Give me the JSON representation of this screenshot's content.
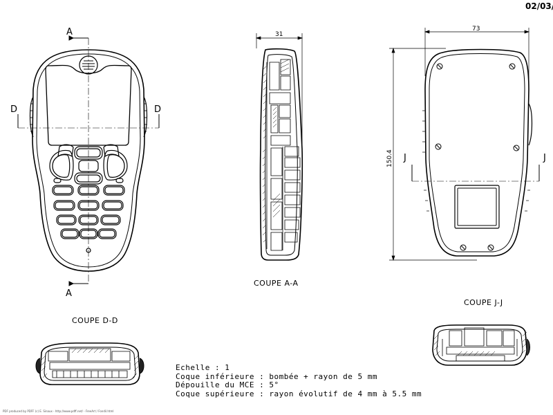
{
  "sheet": {
    "date": "02/03/",
    "footer": "PDF produced by PDFF (c) E. Sinaux - http://www.pdff.net/ - FreeArt / Fondil.html"
  },
  "views": {
    "front": {
      "section_a_top": "A",
      "section_a_bottom": "A",
      "section_d_left": "D",
      "section_d_right": "D"
    },
    "side": {
      "dimension_width": "31",
      "caption": "COUPE A-A"
    },
    "back": {
      "dimension_width": "73",
      "dimension_height": "150.4",
      "section_j_left": "J",
      "section_j_right": "J",
      "caption": "COUPE J-J"
    },
    "section_dd": {
      "caption": "COUPE D-D"
    }
  },
  "notes": [
    "Echelle : 1",
    "Coque inférieure : bombée + rayon de 5 mm",
    "Dépouille du MCE : 5°",
    "Coque supérieure : rayon évolutif de 4 mm à 5.5 mm"
  ]
}
